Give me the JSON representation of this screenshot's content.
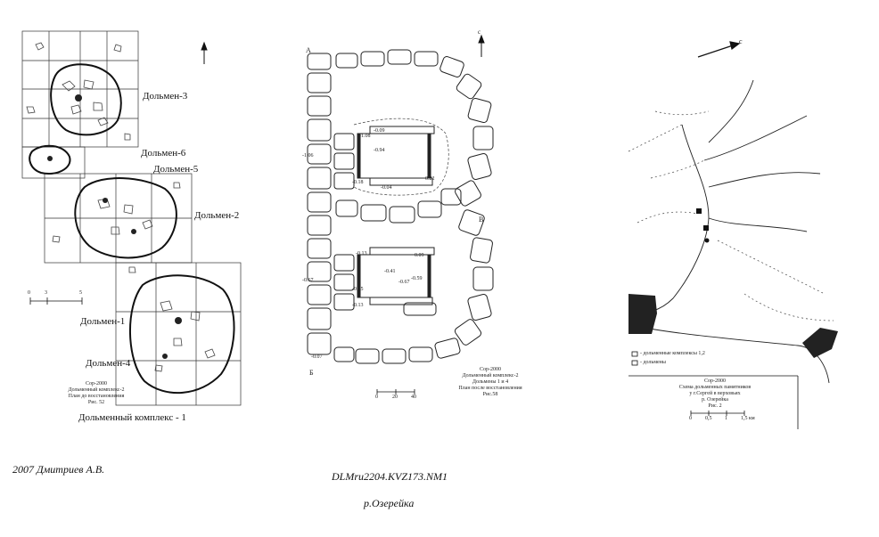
{
  "panel1": {
    "labels": [
      "Дольмен-3",
      "Дольмен-6",
      "Дольмен-5",
      "Дольмен-2",
      "Дольмен-1",
      "Дольмен-4"
    ],
    "complex_label": "Дольменный комплекс - 1",
    "caption": [
      "Сор-2000",
      "Дольменный комплекс-2",
      "План до восстановления",
      "Рис. 52"
    ],
    "scale_ticks": [
      "0",
      "3",
      "5"
    ]
  },
  "panel2": {
    "north": "с",
    "corner_a": "А",
    "corner_b": "Б",
    "corner_v": "В",
    "levels": [
      "-0.09",
      "-1.08",
      "-1.06",
      "-0.94",
      "-0.18",
      "-0.04",
      "-0.22",
      "-0.13",
      "-0.09",
      "-0.41",
      "-0.67",
      "-0.59",
      "-0.13",
      "-0.67",
      "-0.05",
      "-0.07"
    ],
    "caption": [
      "Сор-2000",
      "Дольменный комплекс-2",
      "Дольмены 1 и 4",
      "План после восстановления",
      "Рис.58"
    ],
    "scale_ticks": [
      "0",
      "20",
      "40"
    ]
  },
  "panel3": {
    "north": "с",
    "legend": [
      "- дольменные комплексы 1,2",
      "- дольмены"
    ],
    "caption": [
      "Сор-2000",
      "Схема дольменных памятников",
      "у г.Сергей в верховьях",
      "р. Озерейка",
      "Рис. 2"
    ],
    "scale_ticks": [
      "0",
      "0,5",
      "1",
      "1,5 км"
    ]
  },
  "footer": {
    "author": "2007  Дмитриев А.В.",
    "code": "DLMru2204.KVZ173.NM1",
    "river": "р.Озерейка"
  }
}
